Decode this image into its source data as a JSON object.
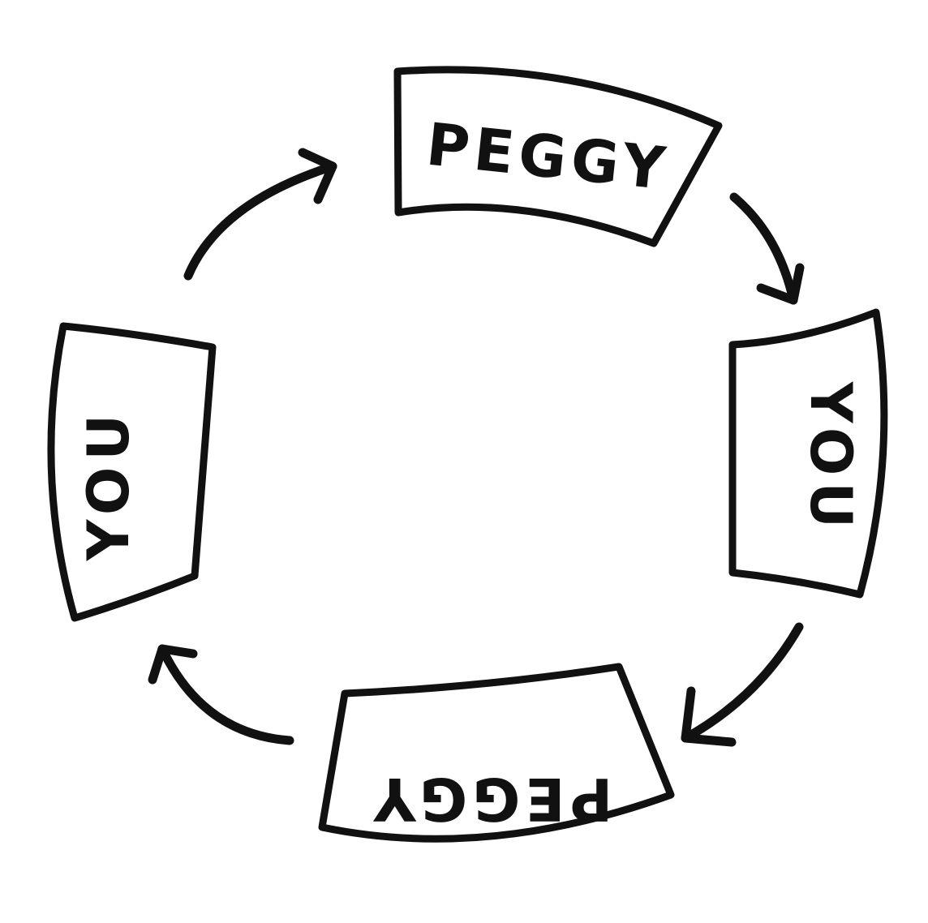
{
  "diagram": {
    "cards": [
      {
        "id": "top",
        "text": "PEGGY"
      },
      {
        "id": "right",
        "text": "YOU"
      },
      {
        "id": "bottom",
        "text": "PEGGY"
      },
      {
        "id": "left",
        "text": "YOU"
      }
    ],
    "flow": "clockwise"
  },
  "colors": {
    "ink": "#111111",
    "background": "#ffffff"
  }
}
